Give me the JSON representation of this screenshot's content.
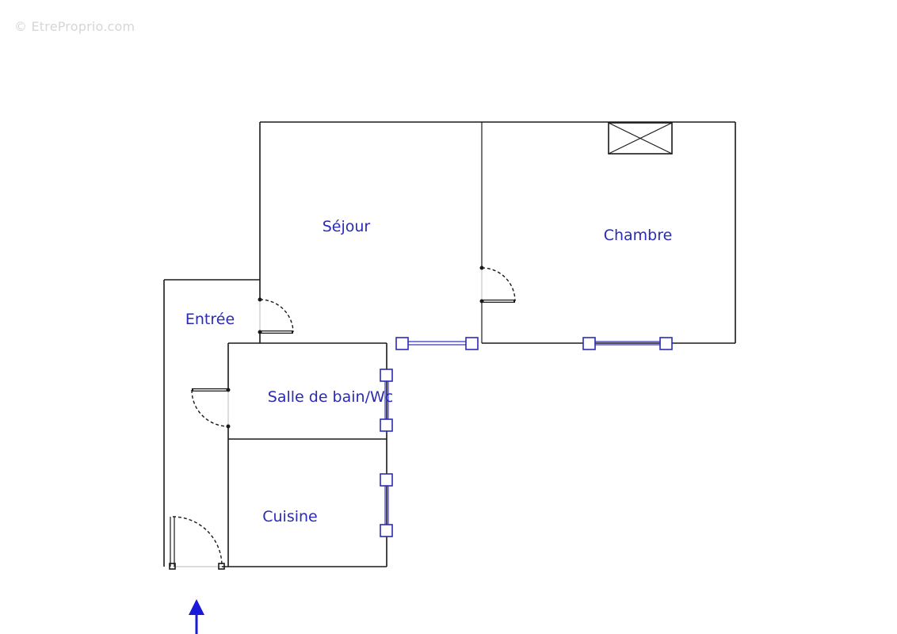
{
  "watermark": "© EtreProprio.com",
  "rooms": {
    "sejour": "Séjour",
    "chambre": "Chambre",
    "entree": "Entrée",
    "salle_de_bain": "Salle de bain/Wc",
    "cuisine": "Cuisine"
  },
  "colors": {
    "walls": "#1a1a1a",
    "labels": "#2a2ab8",
    "windows": "#2b2bb5",
    "entry_arrow": "#1a1ad8"
  },
  "icons": {
    "ventilation": "crossed-box",
    "entry": "up-arrow"
  }
}
